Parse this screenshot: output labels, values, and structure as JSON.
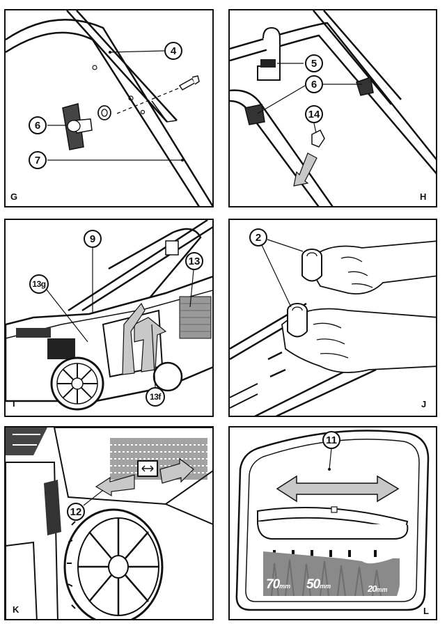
{
  "panels": {
    "g": {
      "label": "G",
      "callouts": [
        "4",
        "6",
        "7"
      ]
    },
    "h": {
      "label": "H",
      "callouts": [
        "5",
        "6",
        "14"
      ]
    },
    "i": {
      "label": "I",
      "callouts": [
        "9",
        "13g",
        "13",
        "13f"
      ]
    },
    "j": {
      "label": "J",
      "callouts": [
        "2"
      ]
    },
    "k": {
      "label": "K",
      "callouts": [
        "12"
      ]
    },
    "l": {
      "label": "L",
      "callouts": [
        "11"
      ],
      "heights": [
        {
          "value": "70",
          "unit": "mm"
        },
        {
          "value": "50",
          "unit": "mm"
        },
        {
          "value": "20",
          "unit": "mm"
        }
      ]
    }
  },
  "colors": {
    "ink": "#111111",
    "grass": "#8a8a8a",
    "arrow_fill": "#c8c8c8"
  }
}
